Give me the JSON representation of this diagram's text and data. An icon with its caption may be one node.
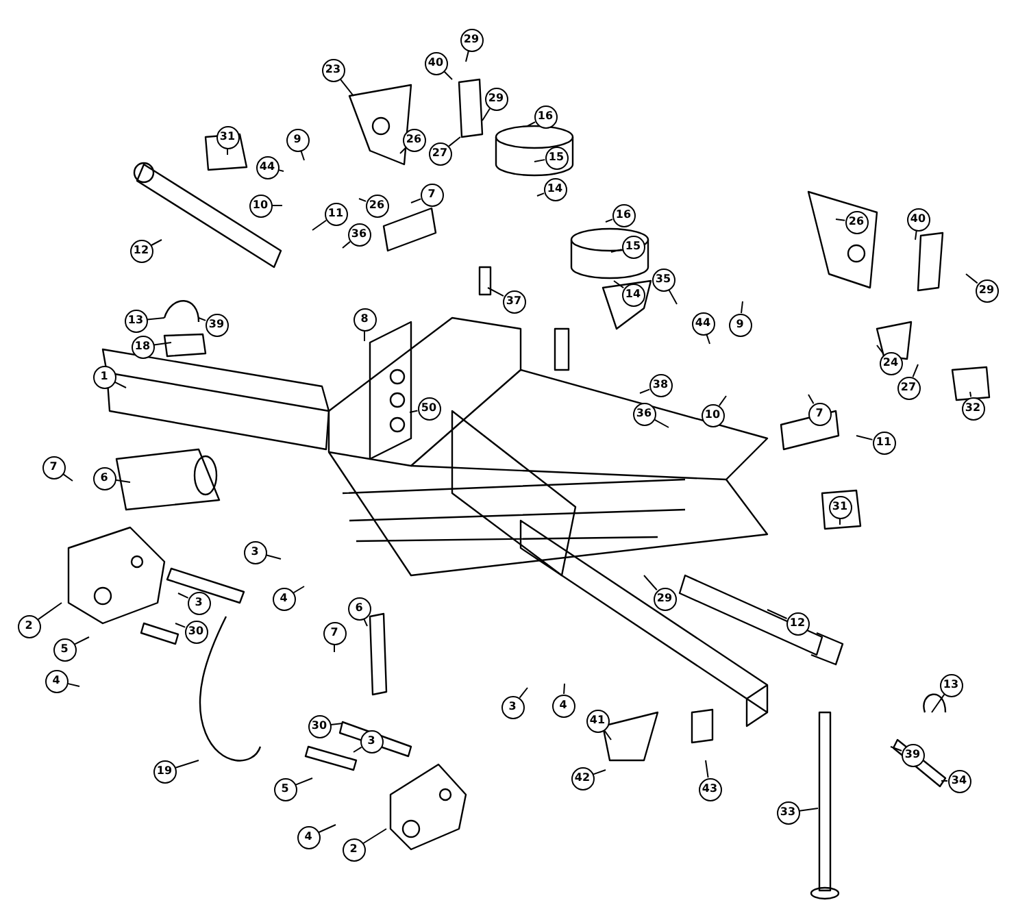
{
  "diagram": {
    "nodes": [
      {
        "text": [
          "40"
        ]
      },
      {
        "text": [
          "29"
        ]
      },
      {
        "text": [
          "23"
        ]
      },
      {
        "text": [
          "29"
        ]
      },
      {
        "text": [
          "31"
        ]
      },
      {
        "text": [
          "9"
        ]
      },
      {
        "text": [
          "26"
        ]
      },
      {
        "text": [
          "27"
        ]
      },
      {
        "text": [
          "16"
        ]
      },
      {
        "text": [
          "44"
        ]
      },
      {
        "text": [
          "15"
        ]
      },
      {
        "text": [
          "7"
        ]
      },
      {
        "text": [
          "14"
        ]
      },
      {
        "text": [
          "16"
        ]
      },
      {
        "text": [
          "10"
        ]
      },
      {
        "text": [
          "26"
        ]
      },
      {
        "text": [
          "36"
        ]
      },
      {
        "text": [
          "15"
        ]
      },
      {
        "text": [
          "12"
        ]
      },
      {
        "text": [
          "11"
        ]
      },
      {
        "text": [
          "14"
        ]
      },
      {
        "text": [
          "26"
        ]
      },
      {
        "text": [
          "40"
        ]
      },
      {
        "text": [
          "29"
        ]
      },
      {
        "text": [
          "37"
        ]
      },
      {
        "text": [
          "13"
        ]
      },
      {
        "text": [
          "39"
        ]
      },
      {
        "text": [
          "8"
        ]
      },
      {
        "text": [
          "35"
        ]
      },
      {
        "text": [
          "44"
        ]
      },
      {
        "text": [
          "9"
        ]
      },
      {
        "text": [
          "18"
        ]
      },
      {
        "text": [
          "1"
        ]
      },
      {
        "text": [
          "24"
        ]
      },
      {
        "text": [
          "27"
        ]
      },
      {
        "text": [
          "32"
        ]
      },
      {
        "text": [
          "38"
        ]
      },
      {
        "text": [
          "50"
        ]
      },
      {
        "text": [
          "36"
        ]
      },
      {
        "text": [
          "10"
        ]
      },
      {
        "text": [
          "7"
        ]
      },
      {
        "text": [
          "11"
        ]
      },
      {
        "text": [
          "7"
        ]
      },
      {
        "text": [
          "6"
        ]
      },
      {
        "text": [
          "31"
        ]
      },
      {
        "text": [
          "3"
        ]
      },
      {
        "text": [
          "4"
        ]
      },
      {
        "text": [
          "3"
        ]
      },
      {
        "text": [
          "29"
        ]
      },
      {
        "text": [
          "12"
        ]
      },
      {
        "text": [
          "2"
        ]
      },
      {
        "text": [
          "5"
        ]
      },
      {
        "text": [
          "30"
        ]
      },
      {
        "text": [
          "4"
        ]
      },
      {
        "text": [
          "6"
        ]
      },
      {
        "text": [
          "7"
        ]
      },
      {
        "text": [
          "3"
        ]
      },
      {
        "text": [
          "4"
        ]
      },
      {
        "text": [
          "13"
        ]
      },
      {
        "text": [
          "41"
        ]
      },
      {
        "text": [
          "30"
        ]
      },
      {
        "text": [
          "3"
        ]
      },
      {
        "text": [
          "39"
        ]
      },
      {
        "text": [
          "19"
        ]
      },
      {
        "text": [
          "5"
        ]
      },
      {
        "text": [
          "34"
        ]
      },
      {
        "text": [
          "42"
        ]
      },
      {
        "text": [
          "43"
        ]
      },
      {
        "text": [
          "4"
        ]
      },
      {
        "text": [
          "33"
        ]
      },
      {
        "text": [
          "2"
        ]
      }
    ],
    "edges": [
      {
        "from": 0,
        "to": null,
        "arrow": "none"
      },
      {
        "from": 1,
        "to": null,
        "arrow": "none"
      },
      {
        "from": 2,
        "to": null,
        "arrow": "none"
      },
      {
        "from": 3,
        "to": null,
        "arrow": "none"
      },
      {
        "from": 4,
        "to": null,
        "arrow": "none"
      },
      {
        "from": 5,
        "to": null,
        "arrow": "none"
      },
      {
        "from": 6,
        "to": null,
        "arrow": "none"
      },
      {
        "from": 7,
        "to": null,
        "arrow": "none"
      },
      {
        "from": 8,
        "to": null,
        "arrow": "none"
      },
      {
        "from": 9,
        "to": null,
        "arrow": "none"
      },
      {
        "from": 10,
        "to": null,
        "arrow": "none"
      },
      {
        "from": 11,
        "to": null,
        "arrow": "none"
      },
      {
        "from": 12,
        "to": null,
        "arrow": "none"
      },
      {
        "from": 13,
        "to": null,
        "arrow": "none"
      },
      {
        "from": 14,
        "to": null,
        "arrow": "none"
      },
      {
        "from": 15,
        "to": null,
        "arrow": "none"
      },
      {
        "from": 16,
        "to": null,
        "arrow": "none"
      },
      {
        "from": 17,
        "to": null,
        "arrow": "none"
      },
      {
        "from": 18,
        "to": null,
        "arrow": "none"
      },
      {
        "from": 19,
        "to": null,
        "arrow": "none"
      },
      {
        "from": 20,
        "to": null,
        "arrow": "none"
      },
      {
        "from": 21,
        "to": null,
        "arrow": "none"
      },
      {
        "from": 22,
        "to": null,
        "arrow": "none"
      },
      {
        "from": 23,
        "to": null,
        "arrow": "none"
      },
      {
        "from": 24,
        "to": null,
        "arrow": "none"
      },
      {
        "from": 25,
        "to": null,
        "arrow": "none"
      },
      {
        "from": 26,
        "to": null,
        "arrow": "none"
      },
      {
        "from": 27,
        "to": null,
        "arrow": "none"
      },
      {
        "from": 28,
        "to": null,
        "arrow": "none"
      },
      {
        "from": 29,
        "to": null,
        "arrow": "none"
      },
      {
        "from": 30,
        "to": null,
        "arrow": "none"
      },
      {
        "from": 31,
        "to": null,
        "arrow": "none"
      },
      {
        "from": 32,
        "to": null,
        "arrow": "none"
      },
      {
        "from": 33,
        "to": null,
        "arrow": "none"
      },
      {
        "from": 34,
        "to": null,
        "arrow": "none"
      },
      {
        "from": 35,
        "to": null,
        "arrow": "none"
      },
      {
        "from": 36,
        "to": null,
        "arrow": "none"
      },
      {
        "from": 37,
        "to": null,
        "arrow": "none"
      },
      {
        "from": 38,
        "to": null,
        "arrow": "none"
      },
      {
        "from": 39,
        "to": null,
        "arrow": "none"
      },
      {
        "from": 40,
        "to": null,
        "arrow": "none"
      },
      {
        "from": 41,
        "to": null,
        "arrow": "none"
      },
      {
        "from": 42,
        "to": null,
        "arrow": "none"
      },
      {
        "from": 43,
        "to": null,
        "arrow": "none"
      },
      {
        "from": 44,
        "to": null,
        "arrow": "none"
      },
      {
        "from": 45,
        "to": null,
        "arrow": "none"
      },
      {
        "from": 46,
        "to": null,
        "arrow": "none"
      },
      {
        "from": 47,
        "to": null,
        "arrow": "none"
      },
      {
        "from": 48,
        "to": null,
        "arrow": "none"
      },
      {
        "from": 49,
        "to": null,
        "arrow": "none"
      },
      {
        "from": 50,
        "to": null,
        "arrow": "none"
      },
      {
        "from": 51,
        "to": null,
        "arrow": "none"
      },
      {
        "from": 52,
        "to": null,
        "arrow": "none"
      },
      {
        "from": 53,
        "to": null,
        "arrow": "none"
      },
      {
        "from": 54,
        "to": null,
        "arrow": "none"
      },
      {
        "from": 55,
        "to": null,
        "arrow": "none"
      },
      {
        "from": 56,
        "to": null,
        "arrow": "none"
      },
      {
        "from": 57,
        "to": null,
        "arrow": "none"
      },
      {
        "from": 58,
        "to": null,
        "arrow": "none"
      },
      {
        "from": 59,
        "to": null,
        "arrow": "none"
      },
      {
        "from": 60,
        "to": null,
        "arrow": "none"
      },
      {
        "from": 61,
        "to": null,
        "arrow": "none"
      },
      {
        "from": 62,
        "to": null,
        "arrow": "none"
      },
      {
        "from": 63,
        "to": null,
        "arrow": "none"
      },
      {
        "from": 64,
        "to": null,
        "arrow": "none"
      },
      {
        "from": 65,
        "to": null,
        "arrow": "none"
      },
      {
        "from": 66,
        "to": null,
        "arrow": "none"
      },
      {
        "from": 67,
        "to": null,
        "arrow": "none"
      },
      {
        "from": 68,
        "to": null,
        "arrow": "none"
      },
      {
        "from": 69,
        "to": null,
        "arrow": "none"
      },
      {
        "from": 70,
        "to": null,
        "arrow": "none"
      }
    ]
  }
}
